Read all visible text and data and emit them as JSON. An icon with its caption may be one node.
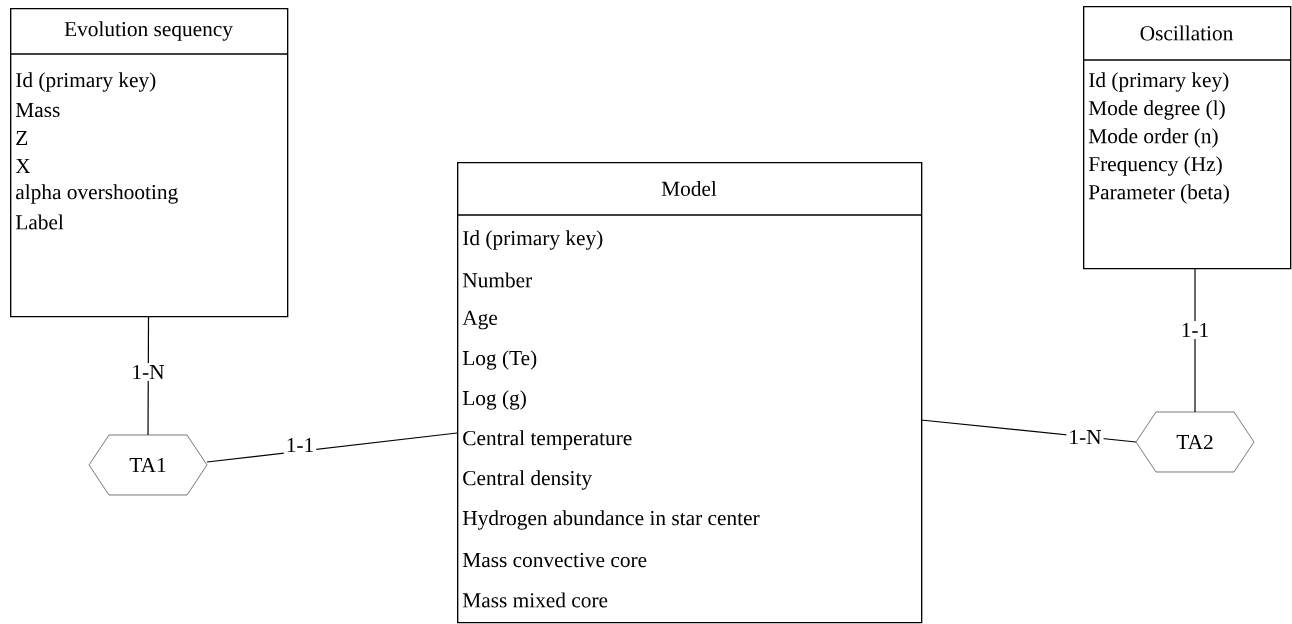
{
  "diagram": {
    "nodes": [
      {
        "text": [
          "Evolution sequency",
          "Id (primary key)",
          "Mass",
          "Z",
          "X",
          "alpha overshooting",
          "Label"
        ]
      },
      {
        "text": [
          "Model",
          "Id (primary key)",
          "Number",
          "Age",
          "Log (Te)",
          "Log (g)",
          "Central temperature",
          "Central density",
          "Hydrogen abundance in star center",
          "Mass convective core",
          "Mass mixed core"
        ]
      },
      {
        "text": [
          "Oscillation",
          "Id (primary key)",
          "Mode degree (l)",
          "Mode order (n)",
          "Frequency (Hz)",
          "Parameter (beta)"
        ]
      },
      {
        "text": [
          "TA1"
        ]
      },
      {
        "text": [
          "TA2"
        ]
      }
    ],
    "edges": [
      {
        "from": 0,
        "to": 3,
        "label": "1-N",
        "arrow": "none"
      },
      {
        "from": 3,
        "to": 1,
        "label": "1-1",
        "arrow": "none"
      },
      {
        "from": 1,
        "to": 4,
        "label": "1-N",
        "arrow": "none"
      },
      {
        "from": 2,
        "to": 4,
        "label": "1-1",
        "arrow": "none"
      }
    ]
  }
}
